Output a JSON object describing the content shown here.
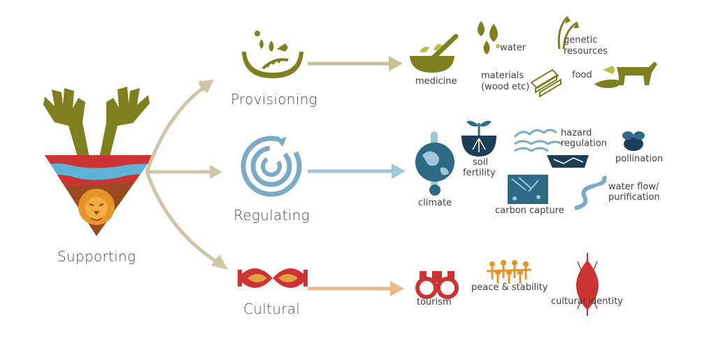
{
  "categories": {
    "supporting": "Supporting",
    "provisioning": "Provisioning",
    "regulating": "Regulating",
    "cultural": "Cultural"
  },
  "provisioning_services": {
    "medicine": "medicine",
    "water": "water",
    "genetic_resources_1": "genetic",
    "genetic_resources_2": "resources",
    "materials_1": "materials",
    "materials_2": "(wood etc)",
    "food": "food"
  },
  "regulating_services": {
    "climate": "climate",
    "soil_1": "soil",
    "soil_2": "fertility",
    "hazard_1": "hazard",
    "hazard_2": "regulation",
    "pollination": "pollination",
    "carbon_capture": "carbon capture",
    "water_flow_1": "water flow/",
    "water_flow_2": "purification"
  },
  "cultural_services": {
    "tourism": "tourism",
    "peace": "peace & stability",
    "cultural_identity": "cultural identity"
  },
  "colors": {
    "olive": "#7f7f1f",
    "river_blue": "#5fb2d8",
    "red": "#cc3333",
    "brown": "#9a4a1e",
    "orange": "#e6932c",
    "arrow_beige": "#cfc6a8",
    "arrow_provisioning": "#c9c096",
    "arrow_regulating": "#9fc6da",
    "arrow_cultural": "#eab98a",
    "teal": "#2e6a86",
    "navy": "#1d3e57"
  }
}
